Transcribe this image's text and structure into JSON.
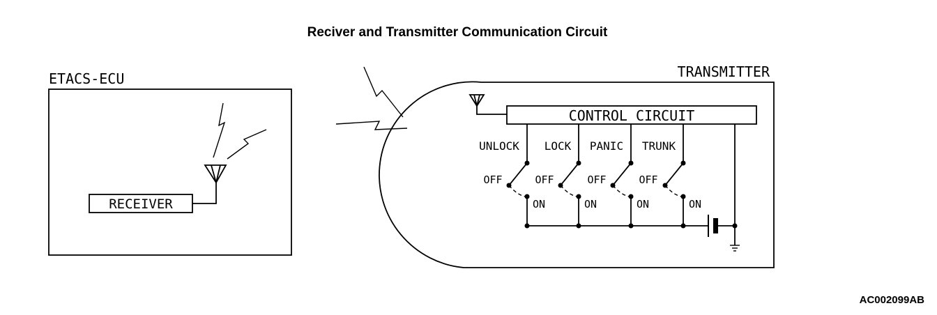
{
  "title": "Reciver and Transmitter Communication Circuit",
  "figure_id": "AC002099AB",
  "ecu": {
    "label": "ETACS-ECU",
    "receiver_label": "RECEIVER"
  },
  "transmitter": {
    "label": "TRANSMITTER",
    "control_circuit_label": "CONTROL CIRCUIT",
    "switches": [
      {
        "name": "UNLOCK",
        "off": "OFF",
        "on": "ON"
      },
      {
        "name": "LOCK",
        "off": "OFF",
        "on": "ON"
      },
      {
        "name": "PANIC",
        "off": "OFF",
        "on": "ON"
      },
      {
        "name": "TRUNK",
        "off": "OFF",
        "on": "ON"
      }
    ]
  }
}
